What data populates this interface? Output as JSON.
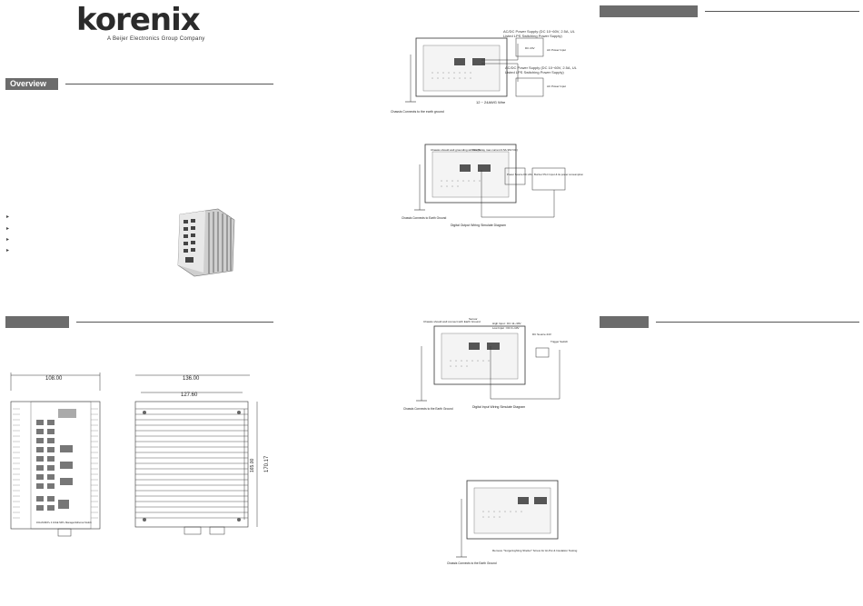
{
  "brand": {
    "logo_text": "korenix",
    "tagline": "A Beijer Electronics Group Company"
  },
  "sections": {
    "overview": "Overview"
  },
  "bullets": [
    "",
    "",
    "",
    ""
  ],
  "dimensions": {
    "front_width": "108.00",
    "side_width": "136.00",
    "side_inner": "127.60",
    "side_height": "170.17",
    "side_height_inner": "165.00",
    "front_label": "16G-8GSFP+ 4 10GE SFP+ Managed Ethernet Switch"
  },
  "diagrams": {
    "power": {
      "psu1": "AC/DC Power Supply (DC 10~60V, 2.5A, UL Listed LPS Switching Power Supply)",
      "psu2": "AC/DC Power Supply (DC 10~60V, 2.5A, UL Listed LPS Switching Power Supply)",
      "ac_input": "AC Power Input",
      "dc24": "DC 24V",
      "wire": "12 ~ 24AWG Wire",
      "ground": "Chassis Connects to the earth ground"
    },
    "dout": {
      "chassis": "Chassis should well grounding with Earth",
      "relay": "DO (Relay max current 0.5A 30V DC)",
      "source": "Power Source DC 24V",
      "buzzer": "Buzzer/ PLC Input & its power consumption",
      "ground": "Chassis Connects to Earth Ground",
      "caption": "Digital Output Wiring Simulate Diagram"
    },
    "din": {
      "chassis": "Chassis should well connect with Earth Ground",
      "sensor": "Sensor",
      "high": "High Input : DC 11~30V",
      "low": "Low Input : DC 0~10V",
      "source": "DC Source 24V",
      "trigger": "Trigger Switch",
      "ground": "Chassis Connects to the Earth Ground",
      "caption": "Digital Input Wiring Simulate Diagram"
    },
    "surge": {
      "remove": "Remove \"Surge/Lighting Shelter\" Screw for Hi-Pot & Insulation Testing",
      "ground": "Chassis Connects to the Earth Ground"
    }
  }
}
